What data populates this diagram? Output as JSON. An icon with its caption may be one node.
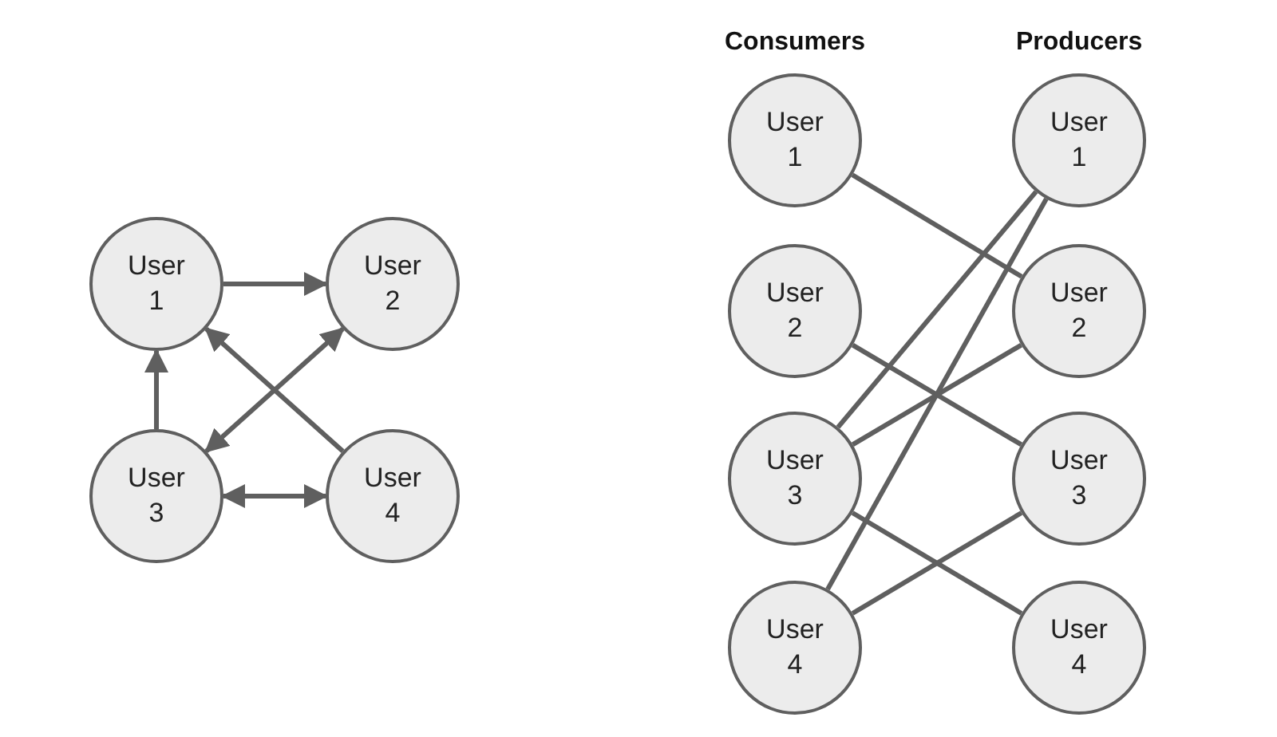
{
  "diagram": {
    "nodes": [
      {
        "text": [
          "User 1"
        ]
      },
      {
        "text": [
          "User 2"
        ]
      },
      {
        "text": [
          "User 3"
        ]
      },
      {
        "text": [
          "User 4"
        ]
      },
      {
        "text": [
          "User 1"
        ]
      },
      {
        "text": [
          "User 2"
        ]
      },
      {
        "text": [
          "User 3"
        ]
      },
      {
        "text": [
          "User 4"
        ]
      },
      {
        "text": [
          "User 1"
        ]
      },
      {
        "text": [
          "User 2"
        ]
      },
      {
        "text": [
          "User 3"
        ]
      },
      {
        "text": [
          "User 4"
        ]
      }
    ],
    "edges": [
      {
        "from": 0,
        "to": 1,
        "arrow": "to"
      },
      {
        "from": 2,
        "to": 0,
        "arrow": "to"
      },
      {
        "from": 3,
        "to": 0,
        "arrow": "to"
      },
      {
        "from": 1,
        "to": 2,
        "arrow": "both"
      },
      {
        "from": 2,
        "to": 3,
        "arrow": "both"
      },
      {
        "from": 4,
        "to": 9,
        "arrow": "none"
      },
      {
        "from": 5,
        "to": 10,
        "arrow": "none"
      },
      {
        "from": 6,
        "to": 8,
        "arrow": "none"
      },
      {
        "from": 6,
        "to": 9,
        "arrow": "none"
      },
      {
        "from": 6,
        "to": 11,
        "arrow": "none"
      },
      {
        "from": 7,
        "to": 8,
        "arrow": "none"
      },
      {
        "from": 7,
        "to": 10,
        "arrow": "none"
      }
    ],
    "labels": [
      "Consumers",
      "Producers"
    ]
  }
}
